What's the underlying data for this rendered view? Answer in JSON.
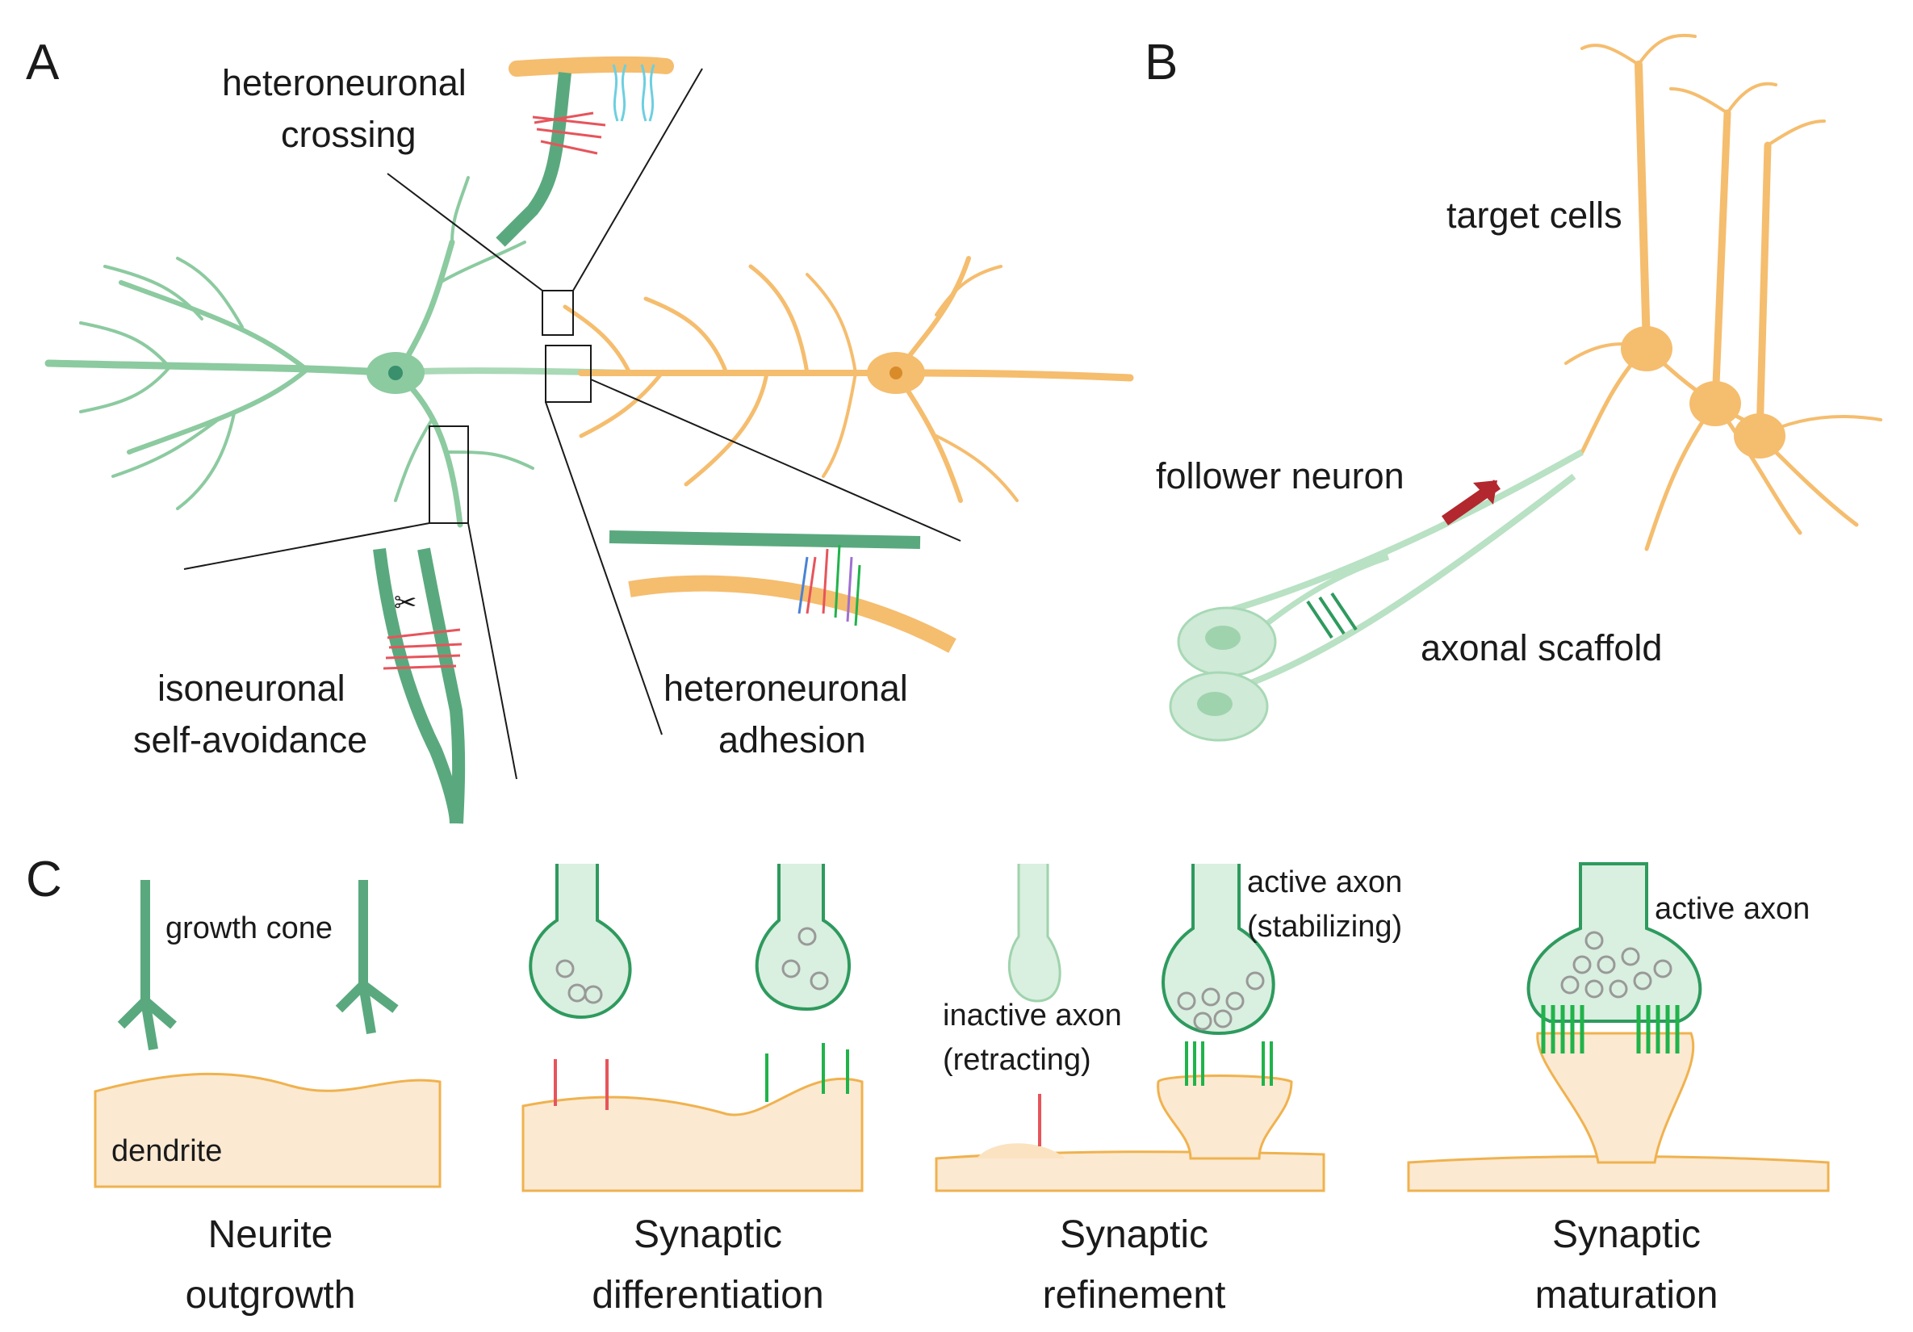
{
  "panels": {
    "a": "A",
    "b": "B",
    "c": "C"
  },
  "panel_a": {
    "crossing": [
      "heteroneuronal",
      "crossing"
    ],
    "self_avoidance": [
      "isoneuronal",
      "self-avoidance"
    ],
    "adhesion": [
      "heteroneuronal",
      "adhesion"
    ]
  },
  "panel_b": {
    "target": "target cells",
    "follower": "follower neuron",
    "scaffold": "axonal scaffold"
  },
  "panel_c": {
    "growth_cone": "growth cone",
    "dendrite": "dendrite",
    "inactive_axon": [
      "inactive axon",
      "(retracting)"
    ],
    "active_stab": [
      "active axon",
      "(stabilizing)"
    ],
    "active_axon": "active axon",
    "captions": [
      [
        "Neurite",
        "outgrowth"
      ],
      [
        "Synaptic",
        "differentiation"
      ],
      [
        "Synaptic",
        "refinement"
      ],
      [
        "Synaptic",
        "maturation"
      ]
    ]
  },
  "colors": {
    "green": "#7fbf93",
    "green_dark": "#2e9a5e",
    "green_light": "#d9efdf",
    "orange": "#f5bd6e",
    "orange_light": "#fbe9d2",
    "red": "#e7545b",
    "arrow": "#b3272e"
  }
}
